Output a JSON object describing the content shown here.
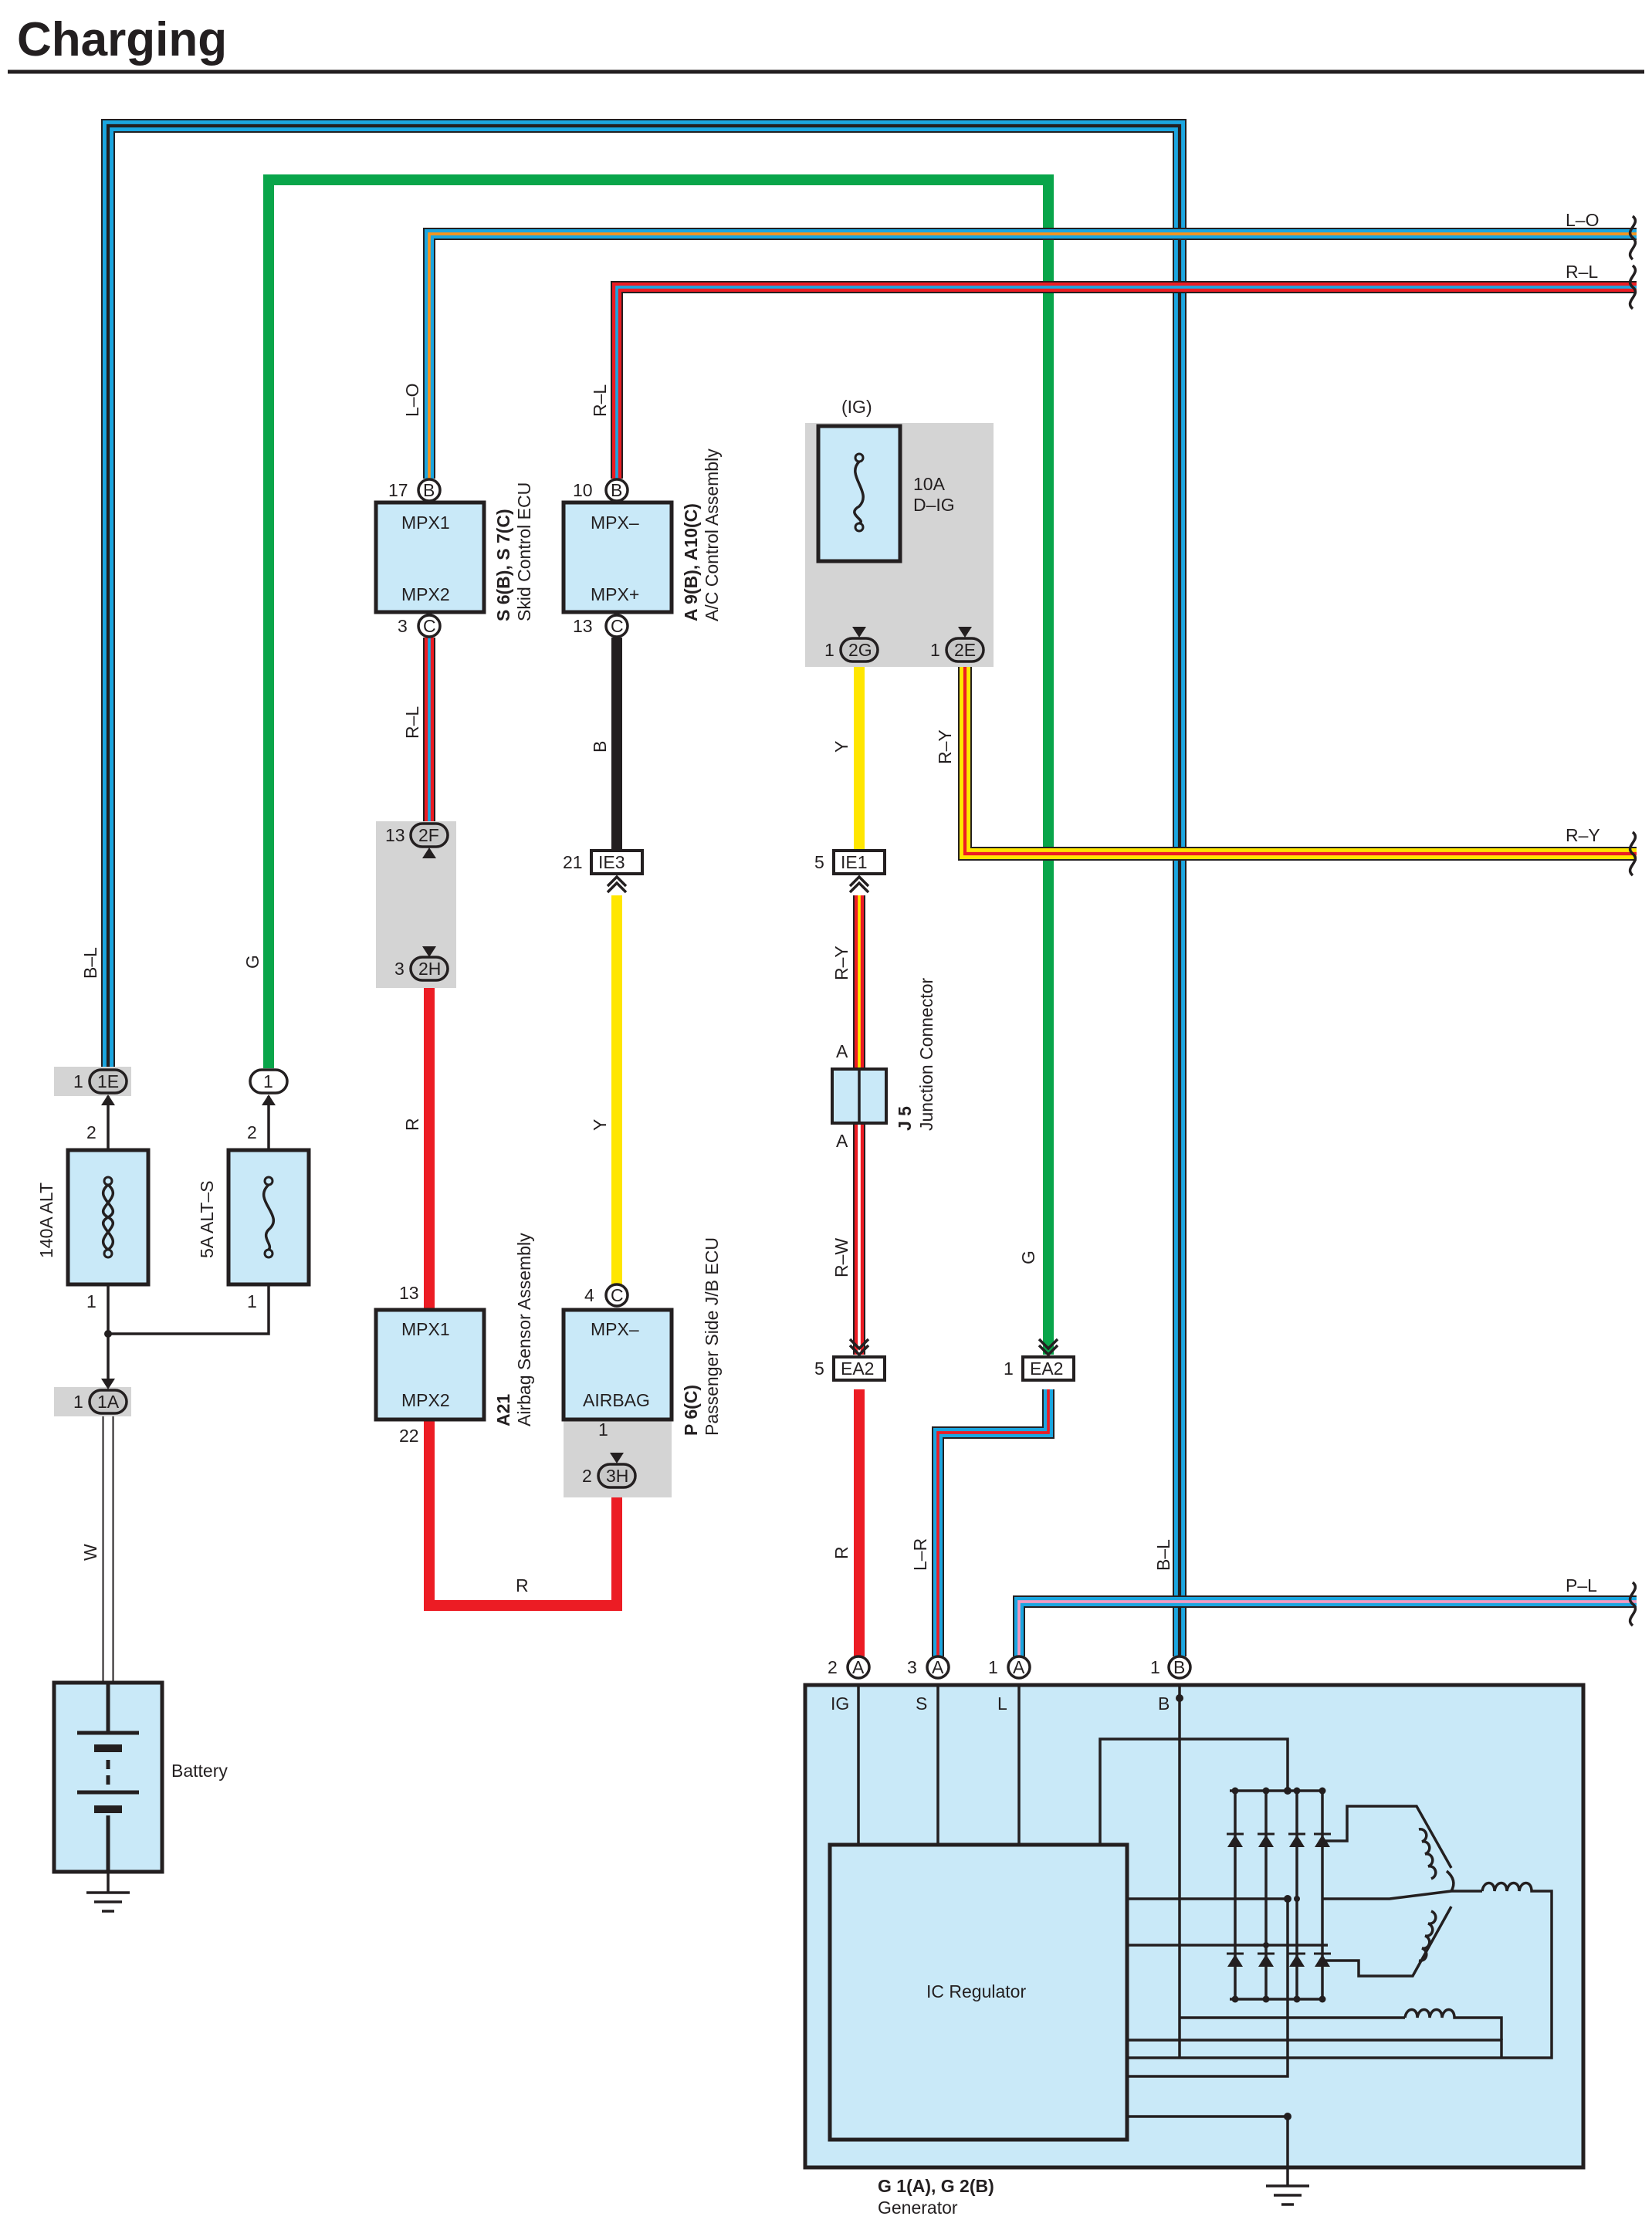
{
  "page": {
    "title": "Charging"
  },
  "wire_colors": {
    "B": "#231f20",
    "L": "#1ba6e0",
    "G": "#09a54a",
    "O": "#f7941d",
    "R": "#ec1c24",
    "Y": "#ffe600",
    "W": "#ffffff",
    "P": "#f49ac1",
    "background_fill": "#c9e9f8"
  },
  "right_edge_wires": [
    "L–O",
    "R–L",
    "R–Y",
    "P–L"
  ],
  "wire_labels": {
    "bl_top": "B–L",
    "g_left": "G",
    "lo_ecu": "L–O",
    "rl_ac": "R–L",
    "rl_skid": "R–L",
    "b_ac": "B",
    "y_ie3": "Y",
    "r_airbag": "R",
    "r_bottom": "R",
    "y_2g": "Y",
    "ry_2e": "R–Y",
    "ry_j5": "R–Y",
    "rw_j5": "R–W",
    "g_ea2": "G",
    "r_gen": "R",
    "lr_gen": "L–R",
    "bl_gen": "B–L",
    "w_batt": "W"
  },
  "fuses": {
    "alt140": {
      "name": "140A ALT",
      "pin_in": "2",
      "pin_out": "1"
    },
    "alts": {
      "name": "5A ALT–S",
      "pin_in": "2",
      "pin_out": "1"
    },
    "dig": {
      "rating": "10A",
      "name": "D–IG",
      "supply": "(IG)"
    }
  },
  "connectors": {
    "c1E": {
      "code": "1E",
      "pin": "1"
    },
    "c1": {
      "code": "1"
    },
    "c1A": {
      "code": "1A",
      "pin": "1"
    },
    "c2F": {
      "code": "2F",
      "pin": "13"
    },
    "c2H": {
      "code": "2H",
      "pin": "3"
    },
    "cIE3": {
      "code": "IE3",
      "pin": "21"
    },
    "c2G": {
      "code": "2G",
      "pin": "1"
    },
    "c2E": {
      "code": "2E",
      "pin": "1"
    },
    "cIE1": {
      "code": "IE1",
      "pin": "5"
    },
    "cEA2a": {
      "code": "EA2",
      "pin": "5"
    },
    "cEA2b": {
      "code": "EA2",
      "pin": "1"
    },
    "c3H": {
      "code": "3H",
      "pin": "2",
      "pin_top": "1"
    }
  },
  "components": {
    "skid_ecu": {
      "code": "S 6(B), S 7(C)",
      "name": "Skid Control ECU",
      "term_top": "MPX1",
      "term_bottom": "MPX2",
      "pin_top": "17",
      "pin_top_conn": "B",
      "pin_bottom": "3",
      "pin_bottom_conn": "C"
    },
    "ac_assy": {
      "code": "A 9(B), A10(C)",
      "name": "A/C Control Assembly",
      "term_top": "MPX–",
      "term_bottom": "MPX+",
      "pin_top": "10",
      "pin_top_conn": "B",
      "pin_bottom": "13",
      "pin_bottom_conn": "C"
    },
    "airbag": {
      "code": "A21",
      "name": "Airbag Sensor Assembly",
      "term_top": "MPX1",
      "term_bottom": "MPX2",
      "pin_top": "13",
      "pin_bottom": "22"
    },
    "pjb_ecu": {
      "code": "P 6(C)",
      "name": "Passenger Side J/B ECU",
      "term_top": "MPX–",
      "term_bottom": "AIRBAG",
      "pin_top": "4",
      "pin_top_conn": "C"
    },
    "j5": {
      "code": "J 5",
      "name": "Junction Connector",
      "term_a1": "A",
      "term_a2": "A"
    },
    "battery": {
      "name": "Battery"
    },
    "generator": {
      "code": "G 1(A), G 2(B)",
      "name": "Generator",
      "regulator": "IC Regulator",
      "terms": [
        {
          "pin": "2",
          "conn": "A",
          "label": "IG"
        },
        {
          "pin": "3",
          "conn": "A",
          "label": "S"
        },
        {
          "pin": "1",
          "conn": "A",
          "label": "L"
        },
        {
          "pin": "1",
          "conn": "B",
          "label": "B"
        }
      ]
    }
  }
}
